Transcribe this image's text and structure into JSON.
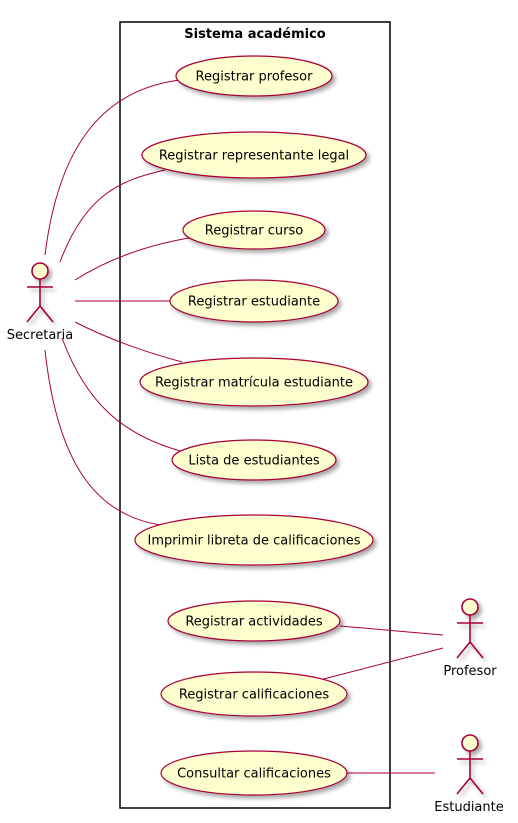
{
  "system": {
    "title": "Sistema académico"
  },
  "actors": {
    "secretaria": "Secretaria",
    "profesor": "Profesor",
    "estudiante": "Estudiante"
  },
  "use_cases": {
    "registrar_profesor": "Registrar profesor",
    "registrar_representante": "Registrar representante legal",
    "registrar_curso": "Registrar curso",
    "registrar_estudiante": "Registrar estudiante",
    "registrar_matricula": "Registrar matrícula estudiante",
    "lista_estudiantes": "Lista de estudiantes",
    "imprimir_libreta": "Imprimir libreta de calificaciones",
    "registrar_actividades": "Registrar actividades",
    "registrar_calificaciones": "Registrar calificaciones",
    "consultar_calificaciones": "Consultar calificaciones"
  },
  "colors": {
    "use_case_fill": "#fefece",
    "line": "#a80036",
    "system_border": "#000000"
  }
}
